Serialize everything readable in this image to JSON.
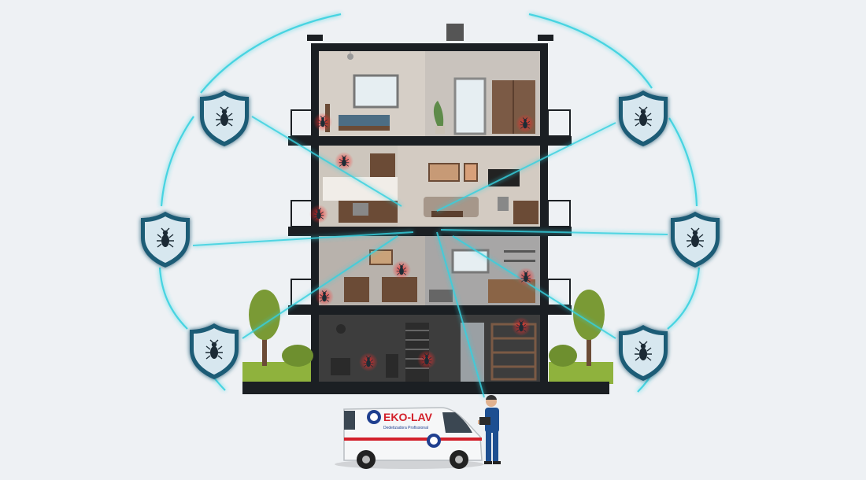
{
  "van": {
    "brand_text": "EKO-LAV",
    "tagline": "Dedetizadora Profissional"
  },
  "colors": {
    "background": "#eef1f4",
    "beam": "#36d1e0",
    "shield": "#1f5b76",
    "shield_fill": "#d7e7ef",
    "pest_alert": "#e0242a",
    "building_frame": "#1b1f23",
    "van_body": "#f6f7f8",
    "brand_red": "#d3202a",
    "brand_blue": "#1f3f8f",
    "technician_uniform": "#1d4f91"
  },
  "shields": [
    {
      "side": "left",
      "pest": "cockroach-icon"
    },
    {
      "side": "left",
      "pest": "beetle-icon"
    },
    {
      "side": "left",
      "pest": "bug-icon"
    },
    {
      "side": "right",
      "pest": "ant-icon"
    },
    {
      "side": "right",
      "pest": "spider-icon"
    },
    {
      "side": "right",
      "pest": "termite-icon"
    }
  ],
  "floors": [
    "bedroom-floor",
    "living-floor",
    "kitchen-office-floor",
    "basement-floor"
  ]
}
